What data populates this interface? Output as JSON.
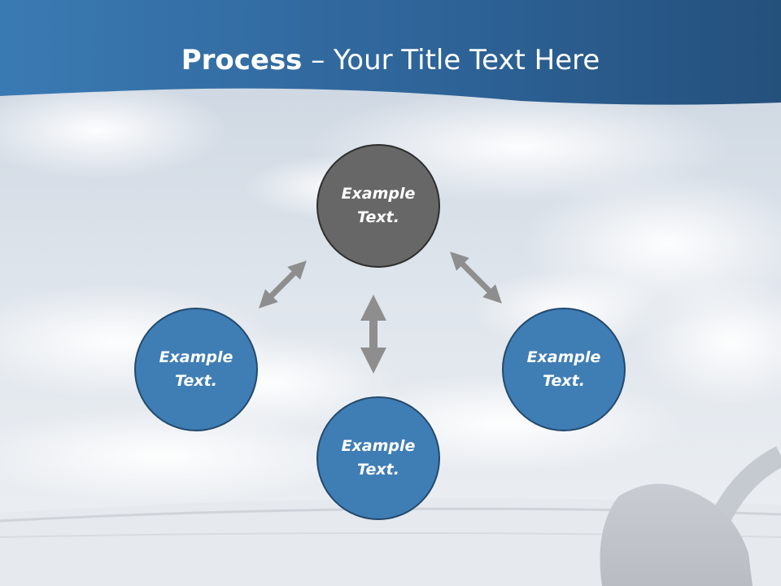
{
  "slide": {
    "title_bold": "Process",
    "title_rest": " – Your Title Text Here"
  },
  "nodes": {
    "top": "Example Text.",
    "left": "Example Text.",
    "right": "Example Text.",
    "bottom": "Example Text."
  },
  "colors": {
    "header_blue": "#2f6496",
    "node_blue": "#3f7db5",
    "node_gray": "#676767",
    "arrow_gray": "#8e8e8e"
  }
}
